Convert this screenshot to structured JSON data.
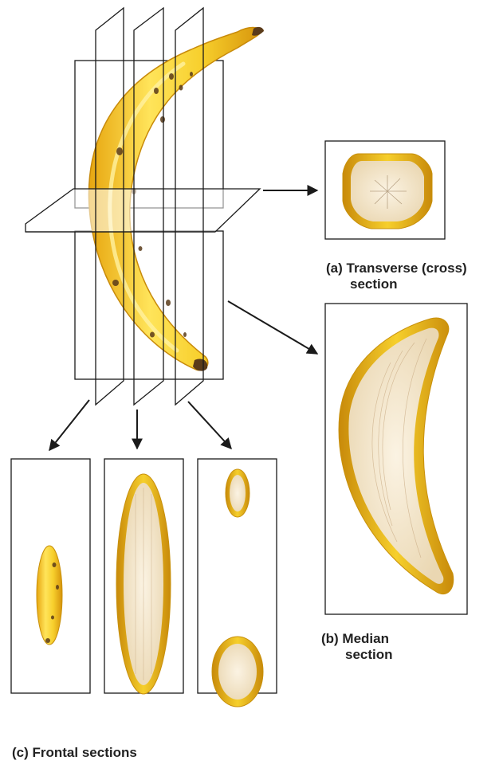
{
  "captions": {
    "transverse": {
      "line1": "(a) Transverse (cross)",
      "line2": "section"
    },
    "median": {
      "line1": "(b) Median",
      "line2": "section"
    },
    "frontal": {
      "line1": "(c) Frontal sections"
    }
  },
  "colors": {
    "peel_yellow": "#f2c31a",
    "peel_edge": "#e0a800",
    "flesh": "#f3e5c8",
    "spot": "#5a3b1a",
    "plane_line": "#1a1a1a"
  }
}
